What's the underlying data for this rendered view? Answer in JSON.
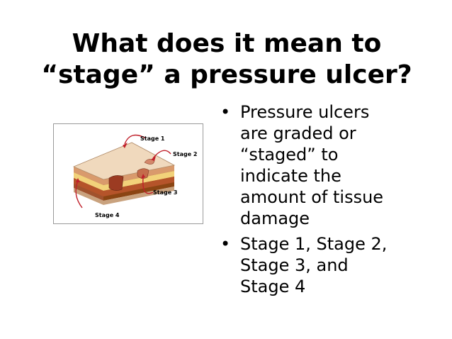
{
  "slide": {
    "title_line1": "What does it mean to",
    "title_line2": "“stage” a pressure ulcer?",
    "bullets": [
      {
        "marker": "•",
        "lines": [
          "Pressure ulcers",
          "are graded or",
          "“staged” to",
          "indicate the",
          "amount of tissue",
          "damage"
        ]
      },
      {
        "marker": "•",
        "lines": [
          "Stage 1, Stage 2,",
          "Stage 3, and",
          "Stage 4"
        ]
      }
    ],
    "figure": {
      "labels": {
        "stage1": "Stage 1",
        "stage2": "Stage 2",
        "stage3": "Stage 3",
        "stage4": "Stage 4"
      },
      "arrow_color": "#c0202a",
      "skin_color": "#e8c9a8",
      "tissue_color": "#b5651d"
    }
  }
}
